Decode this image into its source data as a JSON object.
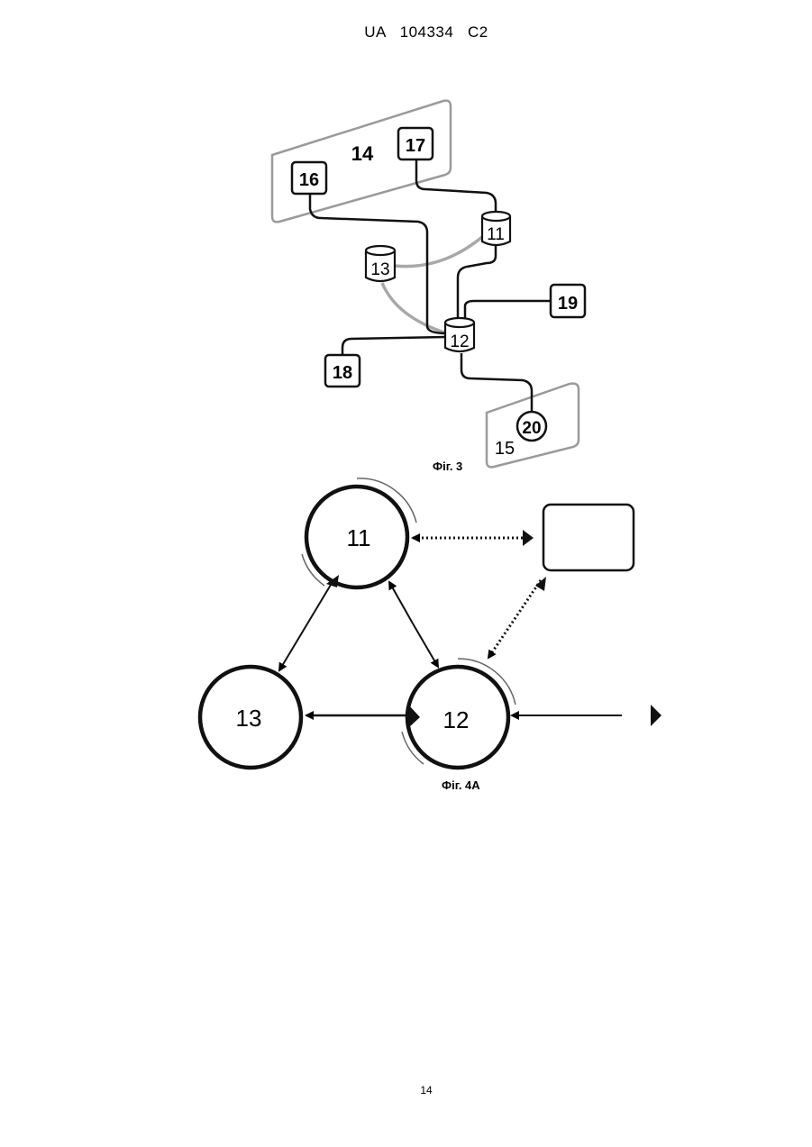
{
  "header": {
    "office": "UA",
    "number": "104334",
    "kind": "C2"
  },
  "figure3": {
    "caption": "Фіг. 3",
    "labels": {
      "panel14": "14",
      "panel15": "15",
      "n16": "16",
      "n17": "17",
      "n11": "11",
      "n13": "13",
      "n12": "12",
      "n18": "18",
      "n19": "19",
      "n20": "20"
    }
  },
  "figure4a": {
    "caption": "Фіг. 4А",
    "nodes": {
      "n11": "11",
      "n12": "12",
      "n13": "13"
    }
  },
  "page_number": "14"
}
